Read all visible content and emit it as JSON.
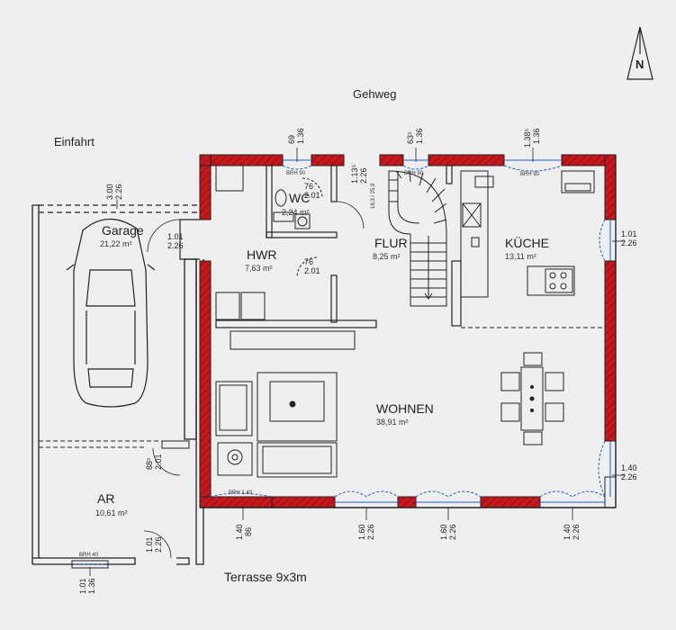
{
  "compass_letter": "N",
  "streets": {
    "top": "Gehweg",
    "left": "Einfahrt",
    "bottom": "Terrasse 9x3m"
  },
  "rooms": {
    "garage": {
      "name": "Garage",
      "area": "21,22 m²"
    },
    "wc": {
      "name": "WC",
      "area": "2,24 m²"
    },
    "hwr": {
      "name": "HWR",
      "area": "7,63 m²"
    },
    "flur": {
      "name": "FLUR",
      "area": "8,25 m²"
    },
    "kueche": {
      "name": "KÜCHE",
      "area": "13,11 m²"
    },
    "wohnen": {
      "name": "WOHNEN",
      "area": "38,91 m²"
    },
    "ar": {
      "name": "AR",
      "area": "10,61 m²"
    }
  },
  "dims": {
    "top_wc_window": {
      "a": "69",
      "b": "1.36"
    },
    "top_flur_window": {
      "a": "63⁵",
      "b": "1.36"
    },
    "top_kueche_window": {
      "a": "1.38⁵",
      "b": "1.36"
    },
    "garage_gate": {
      "a": "3.00",
      "b": "2.26"
    },
    "garage_door": {
      "a": "1.01",
      "b": "2.26"
    },
    "wc_door": {
      "a": "76",
      "b": "2.01"
    },
    "hwr_door": {
      "a": "76",
      "b": "2.01"
    },
    "flur_door": {
      "a": "1.13⁵",
      "b": "2.26"
    },
    "kueche_window_right": {
      "a": "1.01",
      "b": "2.26"
    },
    "wohnen_window_right": {
      "a": "1.40",
      "b": "2.26"
    },
    "ar_door": {
      "a": "88⁵",
      "b": "2.01"
    },
    "ar_outer_door": {
      "a": "1.01",
      "b": "2.26"
    },
    "ar_window": {
      "a": "1.01",
      "b": "1.36"
    },
    "bottom_w1": {
      "a": "1.40",
      "b": "86"
    },
    "bottom_w2": {
      "a": "1.60",
      "b": "2.26"
    },
    "bottom_w3": {
      "a": "1.60",
      "b": "2.26"
    },
    "bottom_w4": {
      "a": "1.40",
      "b": "2.26"
    }
  },
  "small_labels": {
    "brh_wc": "BRH 90",
    "brh_flur": "BRH 90",
    "brh_kueche": "BRH 90",
    "brh_wohnen": "BRH 1.40",
    "brh_ar": "BRH 40",
    "stair": "18,3 / 25,9"
  }
}
